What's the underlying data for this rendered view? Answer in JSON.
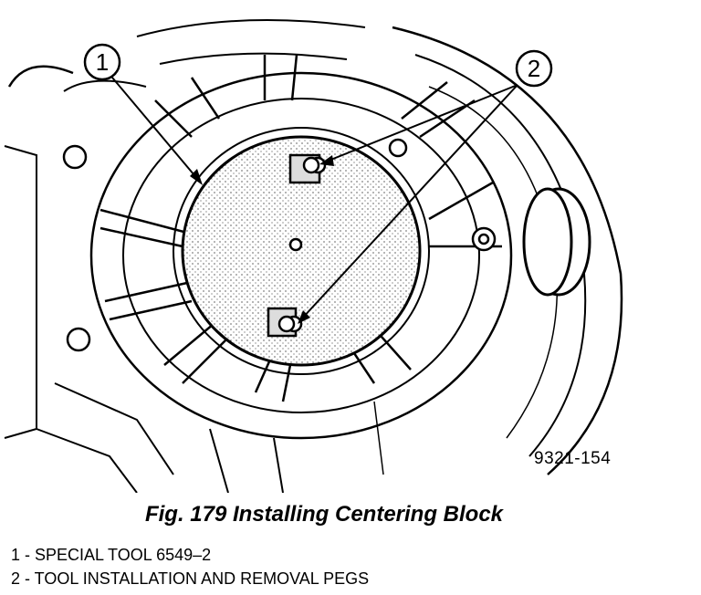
{
  "figure": {
    "callouts": [
      {
        "number": "1"
      },
      {
        "number": "2"
      }
    ],
    "ref_code": "9321-154"
  },
  "caption": "Fig. 179 Installing Centering Block",
  "legend": [
    {
      "text": "1 - SPECIAL TOOL 6549–2"
    },
    {
      "text": "2 - TOOL INSTALLATION AND REMOVAL PEGS"
    }
  ]
}
